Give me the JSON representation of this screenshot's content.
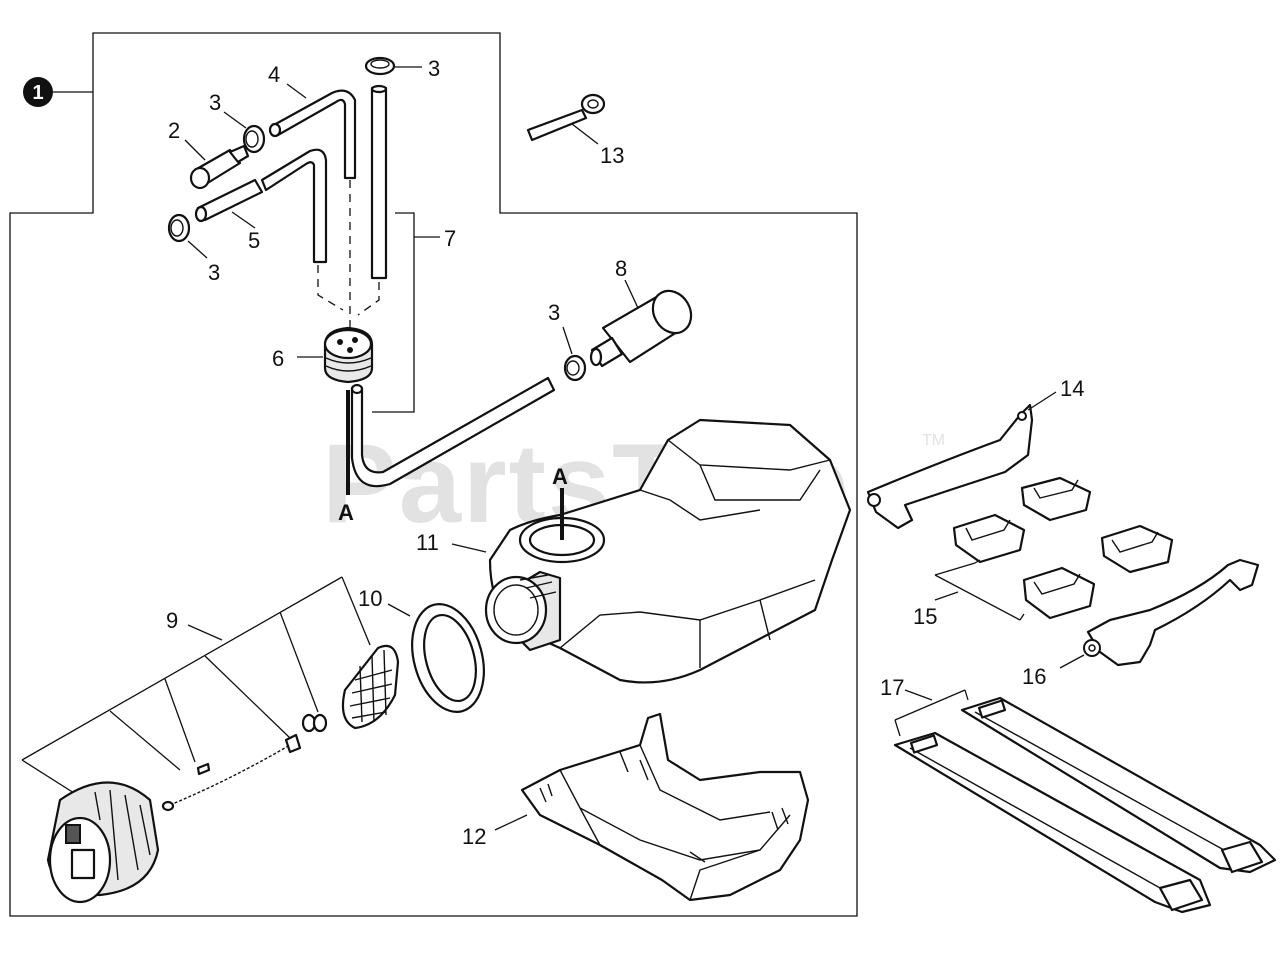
{
  "watermark": {
    "brand": "PartsTree",
    "trademark": "TM"
  },
  "callouts": {
    "assembly": "1",
    "c2": "2",
    "c3a": "3",
    "c3b": "3",
    "c3c": "3",
    "c3d": "3",
    "c4": "4",
    "c5": "5",
    "c6": "6",
    "c7": "7",
    "c8": "8",
    "c9": "9",
    "c10": "10",
    "c11": "11",
    "c12": "12",
    "c13": "13",
    "c14": "14",
    "c15": "15",
    "c16": "16",
    "c17": "17",
    "refA1": "A",
    "refA2": "A"
  }
}
